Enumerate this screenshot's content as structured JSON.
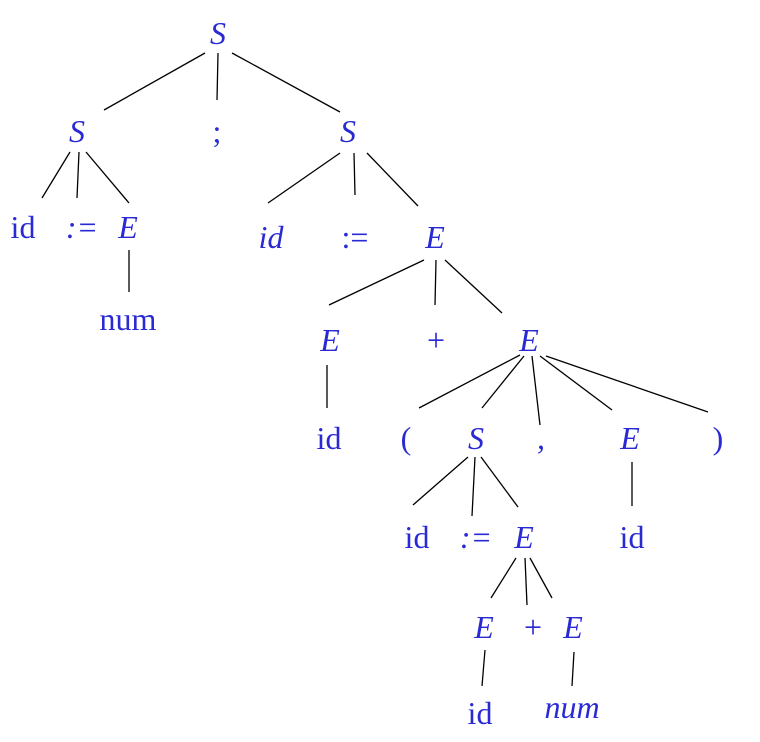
{
  "text_color": "#2a2ad4",
  "line_color": "#000000",
  "nodes": {
    "n_s_root": "S",
    "n_s_left": "S",
    "n_semi": ";",
    "n_s_right": "S",
    "n_id1": "id",
    "n_assign1": ":=",
    "n_e1": "E",
    "n_num1": "num",
    "n_id2": "id",
    "n_assign2": ":=",
    "n_e2": "E",
    "n_e3": "E",
    "n_plus1": "+",
    "n_e4": "E",
    "n_id3": "id",
    "n_lparen": "(",
    "n_s_inner": "S",
    "n_comma": ",",
    "n_e5": "E",
    "n_rparen": ")",
    "n_id4": "id",
    "n_assign3": ":=",
    "n_e6": "E",
    "n_id5": "id",
    "n_e7": "E",
    "n_plus2": "+",
    "n_e8": "E",
    "n_id6": "id",
    "n_num2": "num"
  }
}
